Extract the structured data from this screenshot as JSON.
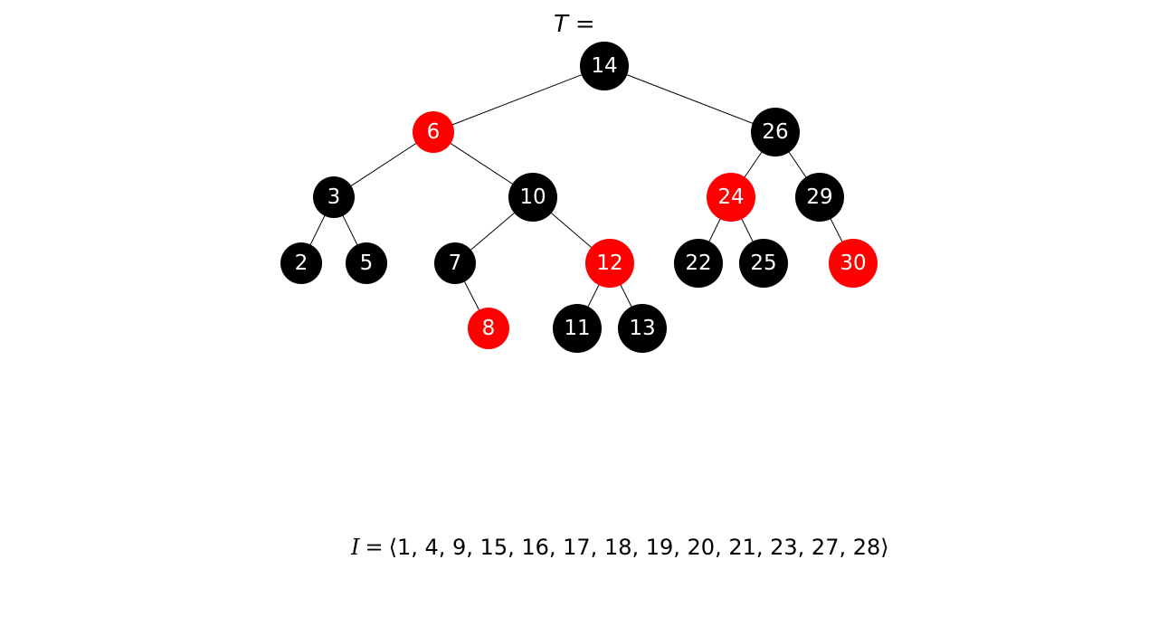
{
  "tree": {
    "title_var": "T",
    "title_eq": "=",
    "colors": {
      "red": "#ff0000",
      "black": "#000000",
      "text": "#ffffff"
    },
    "nodes": [
      {
        "id": "n14",
        "key": "14",
        "color": "black",
        "parent": null
      },
      {
        "id": "n6",
        "key": "6",
        "color": "red",
        "parent": "n14"
      },
      {
        "id": "n26",
        "key": "26",
        "color": "black",
        "parent": "n14"
      },
      {
        "id": "n3",
        "key": "3",
        "color": "black",
        "parent": "n6"
      },
      {
        "id": "n10",
        "key": "10",
        "color": "black",
        "parent": "n6"
      },
      {
        "id": "n24",
        "key": "24",
        "color": "red",
        "parent": "n26"
      },
      {
        "id": "n29",
        "key": "29",
        "color": "black",
        "parent": "n26"
      },
      {
        "id": "n2",
        "key": "2",
        "color": "black",
        "parent": "n3"
      },
      {
        "id": "n5",
        "key": "5",
        "color": "black",
        "parent": "n3"
      },
      {
        "id": "n7",
        "key": "7",
        "color": "black",
        "parent": "n10"
      },
      {
        "id": "n12",
        "key": "12",
        "color": "red",
        "parent": "n10"
      },
      {
        "id": "n22",
        "key": "22",
        "color": "black",
        "parent": "n24"
      },
      {
        "id": "n25",
        "key": "25",
        "color": "black",
        "parent": "n24"
      },
      {
        "id": "n30",
        "key": "30",
        "color": "red",
        "parent": "n29"
      },
      {
        "id": "n8",
        "key": "8",
        "color": "red",
        "parent": "n7"
      },
      {
        "id": "n11",
        "key": "11",
        "color": "black",
        "parent": "n12"
      },
      {
        "id": "n13",
        "key": "13",
        "color": "black",
        "parent": "n12"
      }
    ]
  },
  "insertion": {
    "var": "I",
    "eq": "=",
    "open": "⟨",
    "close": "⟩",
    "values": "1, 4, 9, 15, 16, 17, 18, 19, 20, 21, 23, 27, 28"
  }
}
